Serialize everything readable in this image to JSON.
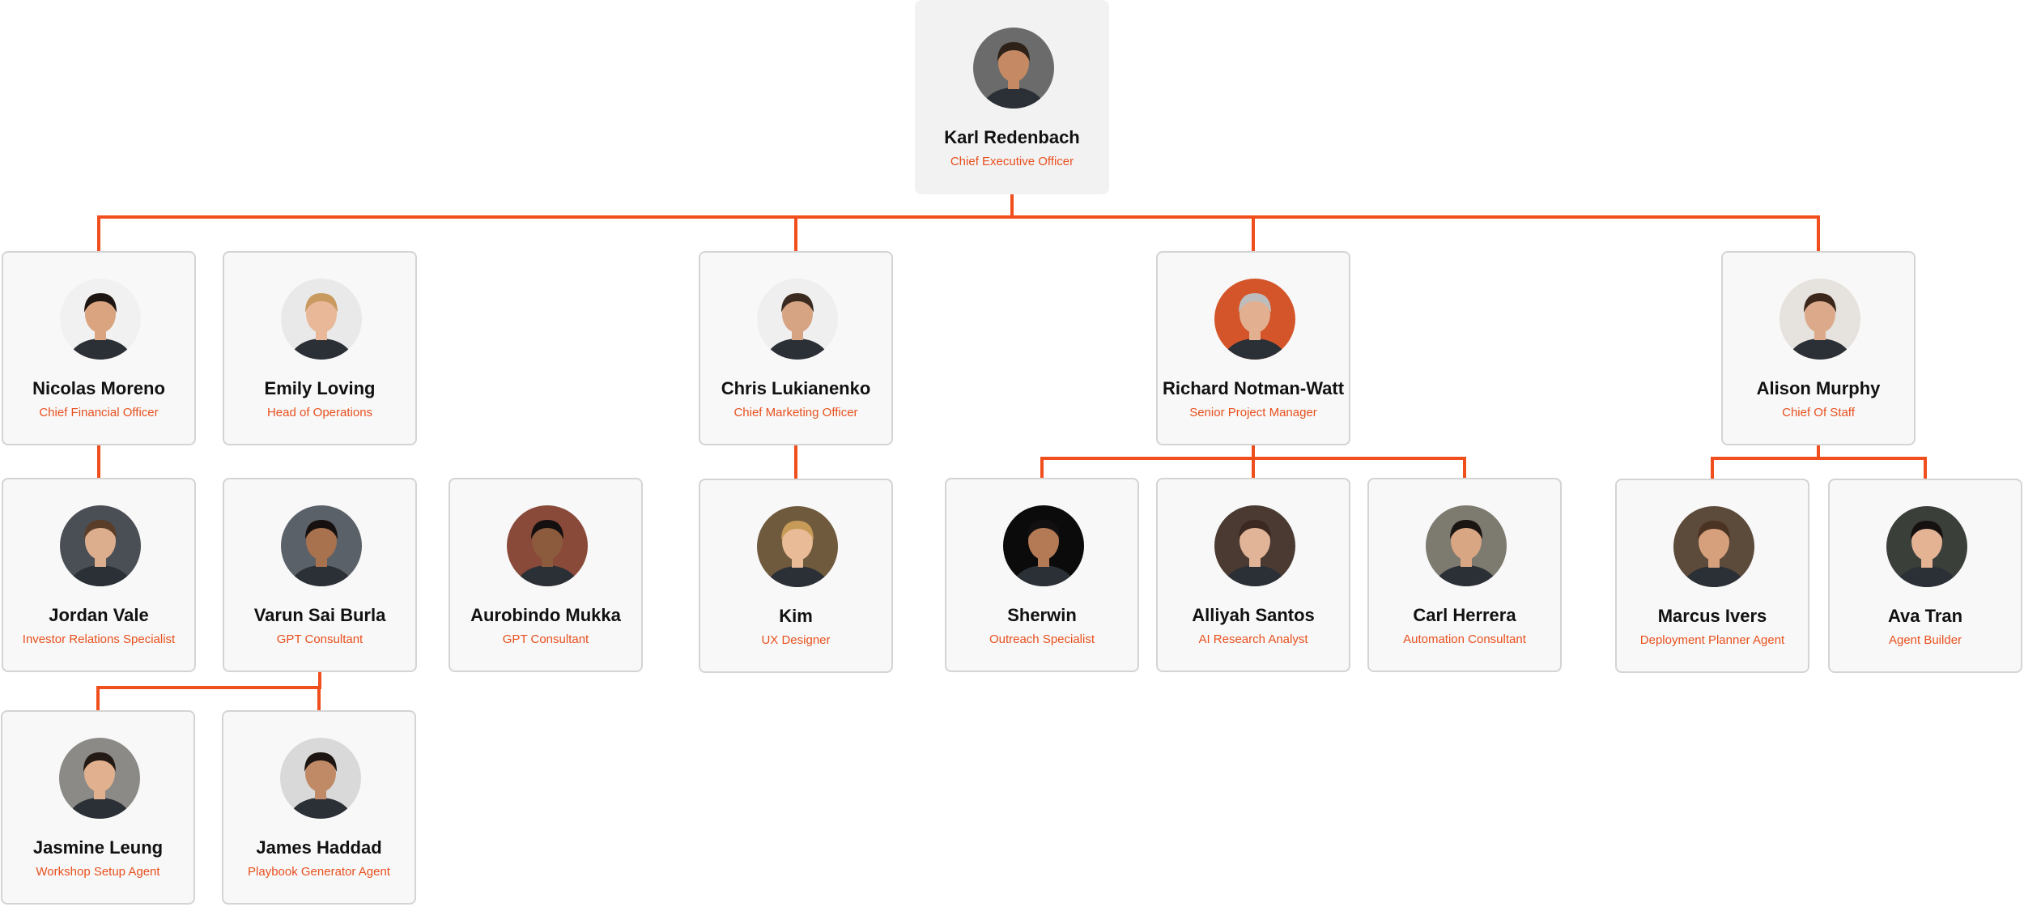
{
  "colors": {
    "accent": "#F04E1C",
    "card_bg": "#F8F8F8",
    "card_border": "#D4D4D4",
    "root_bg": "#F2F2F2"
  },
  "people": {
    "ceo": {
      "name": "Karl Redenbach",
      "role": "Chief Executive Officer",
      "icon": "person-avatar",
      "avatar_bg": "#6b6b6b",
      "skin": "#c58a63",
      "hair": "#2e2118"
    },
    "cfo": {
      "name": "Nicolas Moreno",
      "role": "Chief Financial Officer",
      "icon": "person-avatar",
      "avatar_bg": "#f1f1f1",
      "skin": "#d9a47f",
      "hair": "#1d1511"
    },
    "ops": {
      "name": "Emily Loving",
      "role": "Head of Operations",
      "icon": "person-avatar",
      "avatar_bg": "#e9e9e9",
      "skin": "#e8b898",
      "hair": "#c99a60"
    },
    "cmo": {
      "name": "Chris Lukianenko",
      "role": "Chief Marketing Officer",
      "icon": "person-avatar",
      "avatar_bg": "#efefef",
      "skin": "#d6a383",
      "hair": "#3a2a20"
    },
    "spm": {
      "name": "Richard Notman-Watt",
      "role": "Senior Project Manager",
      "icon": "person-avatar",
      "avatar_bg": "#d4552a",
      "skin": "#e2b091",
      "hair": "#bdbdbd"
    },
    "cos": {
      "name": "Alison Murphy",
      "role": "Chief Of Staff",
      "icon": "person-avatar",
      "avatar_bg": "#e6e2de",
      "skin": "#dcaa8a",
      "hair": "#3b271b"
    },
    "jordan": {
      "name": "Jordan Vale",
      "role": "Investor Relations Specialist",
      "icon": "person-avatar",
      "avatar_bg": "#4a4f55",
      "skin": "#dcae8e",
      "hair": "#5a3d28"
    },
    "varun": {
      "name": "Varun Sai Burla",
      "role": "GPT Consultant",
      "icon": "person-avatar",
      "avatar_bg": "#5b6168",
      "skin": "#a8724f",
      "hair": "#161110"
    },
    "aurobindo": {
      "name": "Aurobindo Mukka",
      "role": "GPT Consultant",
      "icon": "person-avatar",
      "avatar_bg": "#8a4a3a",
      "skin": "#8c5a3c",
      "hair": "#151010"
    },
    "kim": {
      "name": "Kim",
      "role": "UX Designer",
      "icon": "person-avatar",
      "avatar_bg": "#6f5a3e",
      "skin": "#e9bb97",
      "hair": "#c79a58"
    },
    "sherwin": {
      "name": "Sherwin",
      "role": "Outreach Specialist",
      "icon": "person-avatar",
      "avatar_bg": "#0b0b0b",
      "skin": "#b37a55",
      "hair": "#121010"
    },
    "alliyah": {
      "name": "Alliyah Santos",
      "role": "AI Research Analyst",
      "icon": "person-avatar",
      "avatar_bg": "#4a3a32",
      "skin": "#e2b497",
      "hair": "#3b2820"
    },
    "carl": {
      "name": "Carl Herrera",
      "role": "Automation Consultant",
      "icon": "person-avatar",
      "avatar_bg": "#7d7a6f",
      "skin": "#d9a684",
      "hair": "#1a1412"
    },
    "marcus": {
      "name": "Marcus Ivers",
      "role": "Deployment Planner Agent",
      "icon": "person-avatar",
      "avatar_bg": "#5c4a3a",
      "skin": "#d7a07c",
      "hair": "#4b3323"
    },
    "ava": {
      "name": "Ava Tran",
      "role": "Agent Builder",
      "icon": "person-avatar",
      "avatar_bg": "#3b3f3a",
      "skin": "#e3b394",
      "hair": "#151111"
    },
    "jasmine": {
      "name": "Jasmine Leung",
      "role": "Workshop Setup Agent",
      "icon": "person-avatar",
      "avatar_bg": "#8c8a86",
      "skin": "#e1b08e",
      "hair": "#241a15"
    },
    "james": {
      "name": "James Haddad",
      "role": "Playbook Generator Agent",
      "icon": "person-avatar",
      "avatar_bg": "#d9d9d9",
      "skin": "#c08a66",
      "hair": "#1c1512"
    }
  },
  "reports": {
    "ceo": [
      "cfo",
      "cmo",
      "spm",
      "cos"
    ],
    "cfo": [
      "jordan"
    ],
    "cmo": [
      "kim"
    ],
    "spm": [
      "sherwin",
      "alliyah",
      "carl"
    ],
    "cos": [
      "marcus",
      "ava"
    ],
    "varun": [
      "jasmine",
      "james"
    ]
  }
}
